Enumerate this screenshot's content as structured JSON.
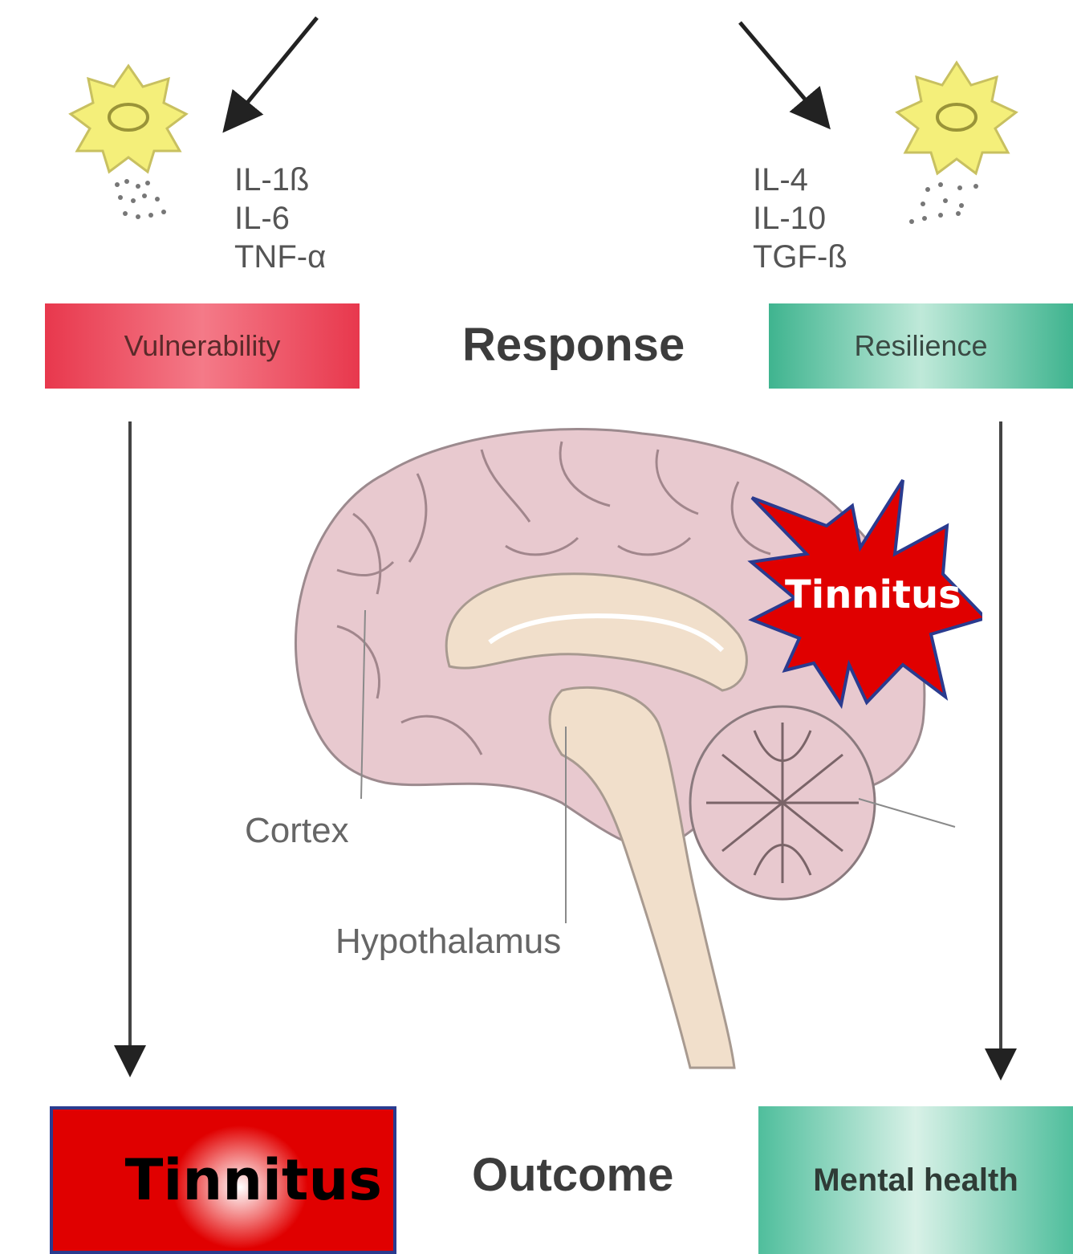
{
  "left_cytokines": [
    "IL-1ß",
    "IL-6",
    "TNF-α"
  ],
  "right_cytokines": [
    "IL-4",
    "IL-10",
    "TGF-ß"
  ],
  "boxes": {
    "vulnerability": "Vulnerability",
    "resilience": "Resilience",
    "tinnitus_outcome": "Tinnitus",
    "mental_health": "Mental health"
  },
  "labels": {
    "response": "Response",
    "outcome": "Outcome",
    "cortex": "Cortex",
    "hypothalamus": "Hypothalamus",
    "burst": "Tinnitus"
  },
  "colors": {
    "vulnerability": "#e8384d",
    "resilience": "#3fb48f",
    "burst_fill": "#e00000",
    "burst_stroke": "#2a3b8f",
    "brain": "#e8c9cf"
  }
}
